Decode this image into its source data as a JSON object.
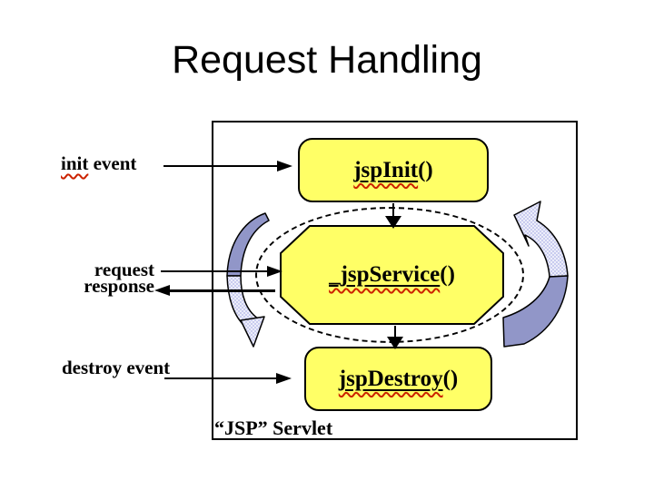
{
  "title": "Request Handling",
  "diagram": {
    "caption": "“JSP” Servlet",
    "labels": {
      "init_event": {
        "highlight": "init",
        "rest": " event"
      },
      "request": "request",
      "response": "response",
      "destroy_event": "destroy event"
    },
    "methods": {
      "init": {
        "name": "jspInit",
        "suffix": "()"
      },
      "service": {
        "name": "_jspService",
        "suffix": "()"
      },
      "destroy": {
        "name": "jspDestroy",
        "suffix": "()"
      }
    },
    "colors": {
      "node_fill": "#ffff66",
      "arrow_dark": "#9196c8",
      "arrow_light": "#c9ccef",
      "underline_red": "#cc2200"
    }
  }
}
